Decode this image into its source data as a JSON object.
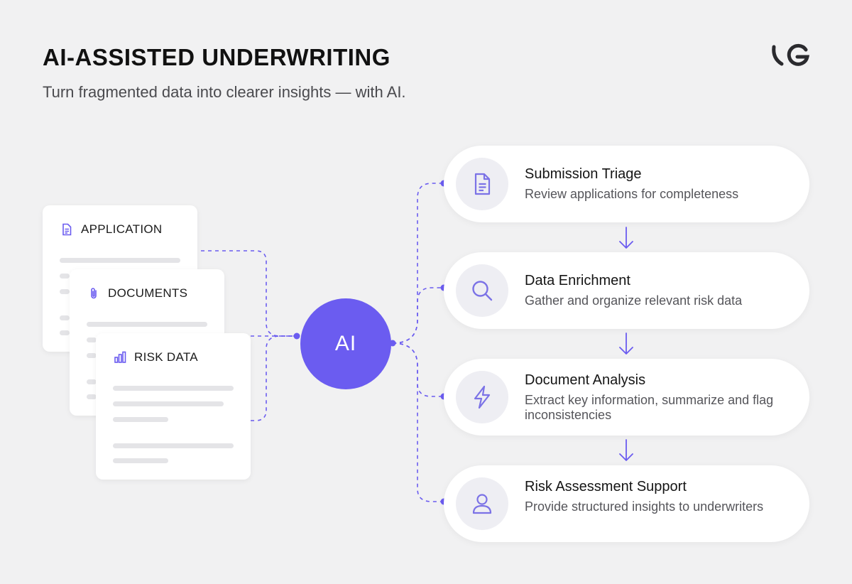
{
  "header": {
    "title": "AI-ASSISTED UNDERWRITING",
    "subtitle": "Turn fragmented data into clearer insights — with AI."
  },
  "logo": {
    "icon": "brand-logo-icon",
    "color": "#2a2a2e"
  },
  "sources": [
    {
      "label": "APPLICATION",
      "icon": "document-icon"
    },
    {
      "label": "DOCUMENTS",
      "icon": "paperclip-icon"
    },
    {
      "label": "RISK DATA",
      "icon": "bar-chart-icon"
    }
  ],
  "hub": {
    "label": "AI"
  },
  "steps": [
    {
      "title": "Submission Triage",
      "desc": "Review applications for completeness",
      "icon": "document-icon"
    },
    {
      "title": "Data Enrichment",
      "desc": "Gather and organize relevant risk data",
      "icon": "search-icon"
    },
    {
      "title": "Document Analysis",
      "desc": "Extract key information, summarize and flag inconsistencies",
      "icon": "lightning-icon"
    },
    {
      "title": "Risk Assessment Support",
      "desc": "Provide structured insights to underwriters",
      "icon": "user-icon"
    }
  ],
  "colors": {
    "accent": "#6b5cf0",
    "icon": "#7b72e6",
    "background": "#f1f1f2"
  }
}
